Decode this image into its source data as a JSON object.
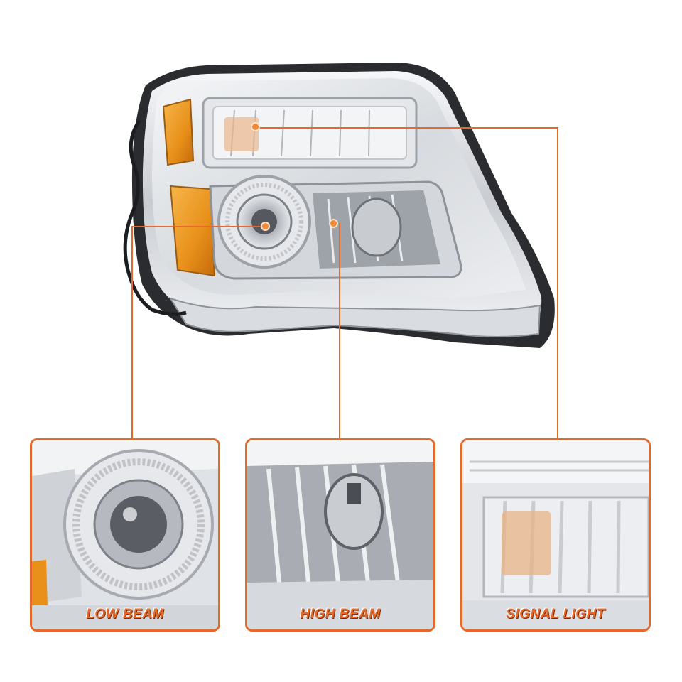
{
  "image": {
    "subject": "headlight-assembly",
    "background_color": "#ffffff",
    "accent_color": "#e56a2a",
    "amber_color": "#f0a020"
  },
  "callouts": [
    {
      "id": "low",
      "label": "LOW BEAM"
    },
    {
      "id": "high",
      "label": "HIGH BEAM"
    },
    {
      "id": "signal",
      "label": "SIGNAL LIGHT"
    }
  ]
}
